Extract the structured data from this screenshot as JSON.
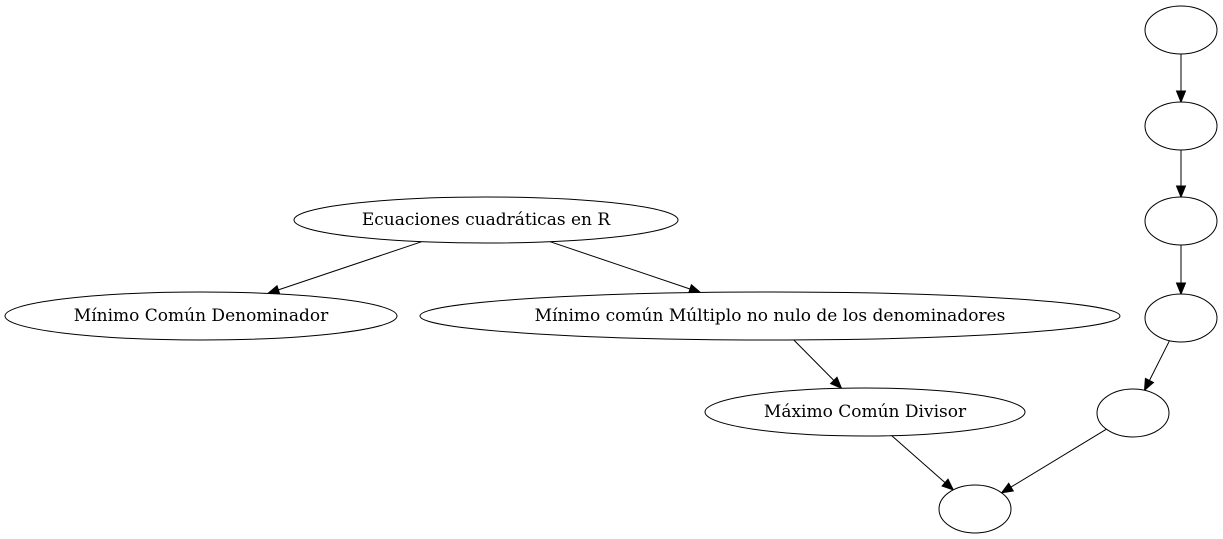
{
  "graph": {
    "nodes": [
      {
        "id": "n_ecuaciones",
        "label": "Ecuaciones cuadráticas en R"
      },
      {
        "id": "n_mcd_den",
        "label": "Mínimo Común Denominador"
      },
      {
        "id": "n_mcm",
        "label": "Mínimo común Múltiplo no nulo de los denominadores"
      },
      {
        "id": "n_mcdiv",
        "label": "Máximo Común Divisor"
      },
      {
        "id": "n_sink",
        "label": ""
      },
      {
        "id": "n_c1",
        "label": ""
      },
      {
        "id": "n_c2",
        "label": ""
      },
      {
        "id": "n_c3",
        "label": ""
      },
      {
        "id": "n_c4",
        "label": ""
      },
      {
        "id": "n_c5",
        "label": ""
      }
    ],
    "edges": [
      {
        "from": "n_ecuaciones",
        "to": "n_mcd_den"
      },
      {
        "from": "n_ecuaciones",
        "to": "n_mcm"
      },
      {
        "from": "n_mcm",
        "to": "n_mcdiv"
      },
      {
        "from": "n_mcdiv",
        "to": "n_sink"
      },
      {
        "from": "n_c1",
        "to": "n_c2"
      },
      {
        "from": "n_c2",
        "to": "n_c3"
      },
      {
        "from": "n_c3",
        "to": "n_c4"
      },
      {
        "from": "n_c4",
        "to": "n_c5"
      },
      {
        "from": "n_c5",
        "to": "n_sink"
      }
    ]
  }
}
